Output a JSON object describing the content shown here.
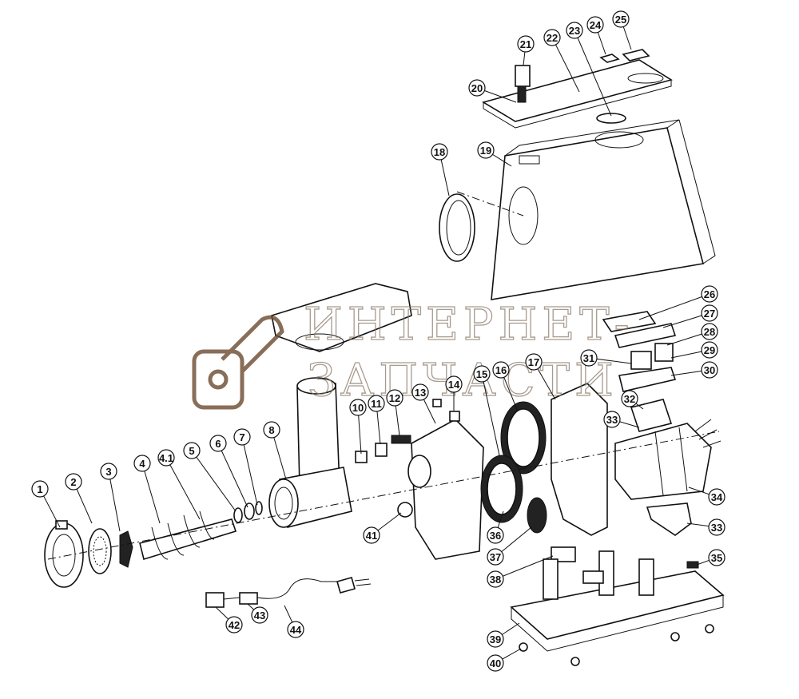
{
  "diagram": {
    "title": "Meat grinder exploded parts diagram",
    "watermark_line1": "ИНТЕРНЕТ-",
    "watermark_line2": "ЗАПЧАСТИ",
    "callouts": [
      "1",
      "2",
      "3",
      "4",
      "4.1",
      "5",
      "6",
      "7",
      "8",
      "10",
      "11",
      "12",
      "13",
      "14",
      "15",
      "16",
      "17",
      "18",
      "19",
      "20",
      "21",
      "22",
      "23",
      "24",
      "25",
      "26",
      "27",
      "28",
      "29",
      "30",
      "31",
      "32",
      "33",
      "34",
      "33",
      "35",
      "36",
      "37",
      "38",
      "39",
      "40",
      "41",
      "42",
      "43",
      "44"
    ]
  }
}
